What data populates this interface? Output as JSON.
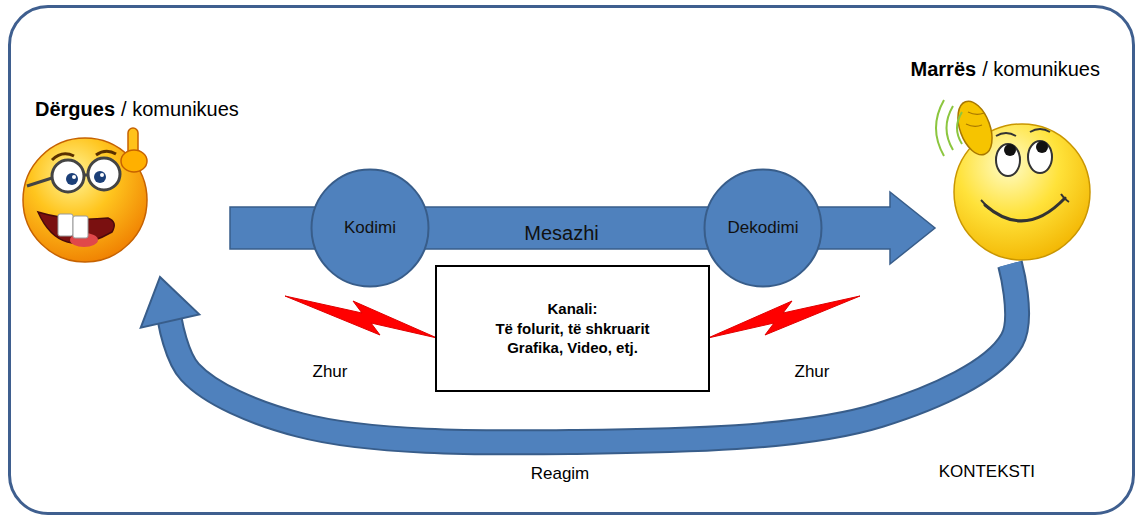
{
  "diagram": {
    "nodes": [
      {
        "text": [
          "KONTEKSTI"
        ]
      },
      {
        "text": [
          "Dërgues",
          "/ komunikues"
        ],
        "in": 0
      },
      {
        "text": [
          "Kodimi"
        ],
        "in": 0
      },
      {
        "text": [
          "Dekodimi"
        ],
        "in": 0
      },
      {
        "text": [
          "Marrës",
          "/ komunikues"
        ],
        "in": 0
      },
      {
        "text": [
          "Kanali:",
          "Të folurit, të shkruarit Grafika, Video, etj."
        ],
        "in": 0
      }
    ],
    "edges": [
      {
        "from": 1,
        "to": 2,
        "arrow": "none"
      },
      {
        "from": 2,
        "to": 3,
        "label": "Mesazhi",
        "arrow": "none"
      },
      {
        "from": 3,
        "to": 4,
        "arrow": "to"
      },
      {
        "from": 4,
        "to": 1,
        "label": "Reagim",
        "arrow": "to"
      }
    ],
    "labels": [
      "Zhur",
      "Zhur"
    ]
  }
}
